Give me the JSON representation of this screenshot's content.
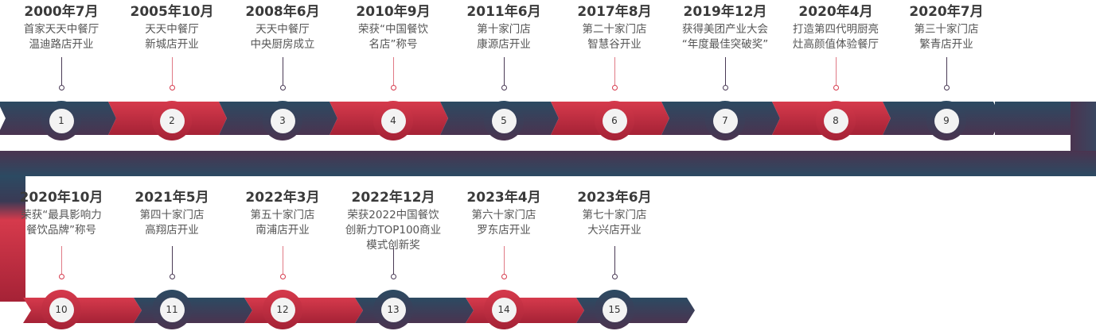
{
  "colors": {
    "navy": "#2c4a62",
    "red": "#d63a4c"
  },
  "top_row": [
    {
      "num": "1",
      "year": "2000年7月",
      "desc": "首家天天中餐厅\n温迪路店开业",
      "color": "navy"
    },
    {
      "num": "2",
      "year": "2005年10月",
      "desc": "天天中餐厅\n新城店开业",
      "color": "red"
    },
    {
      "num": "3",
      "year": "2008年6月",
      "desc": "天天中餐厅\n中央厨房成立",
      "color": "navy"
    },
    {
      "num": "4",
      "year": "2010年9月",
      "desc": "荣获“中国餐饮\n名店”称号",
      "color": "red"
    },
    {
      "num": "5",
      "year": "2011年6月",
      "desc": "第十家门店\n康源店开业",
      "color": "navy"
    },
    {
      "num": "6",
      "year": "2017年8月",
      "desc": "第二十家门店\n智慧谷开业",
      "color": "red"
    },
    {
      "num": "7",
      "year": "2019年12月",
      "desc": "获得美团产业大会\n“年度最佳突破奖”",
      "color": "navy"
    },
    {
      "num": "8",
      "year": "2020年4月",
      "desc": "打造第四代明厨亮\n灶高颜值体验餐厅",
      "color": "red"
    },
    {
      "num": "9",
      "year": "2020年7月",
      "desc": "第三十家门店\n繁青店开业",
      "color": "navy"
    }
  ],
  "bottom_row": [
    {
      "num": "10",
      "year": "2020年10月",
      "desc": "荣获“最具影响力\n餐饮品牌”称号",
      "color": "red"
    },
    {
      "num": "11",
      "year": "2021年5月",
      "desc": "第四十家门店\n高翔店开业",
      "color": "navy"
    },
    {
      "num": "12",
      "year": "2022年3月",
      "desc": "第五十家门店\n南浦店开业",
      "color": "red"
    },
    {
      "num": "13",
      "year": "2022年12月",
      "desc": "荣获2022中国餐饮\n创新力TOP100商业\n模式创新奖",
      "color": "navy"
    },
    {
      "num": "14",
      "year": "2023年4月",
      "desc": "第六十家门店\n罗东店开业",
      "color": "red"
    },
    {
      "num": "15",
      "year": "2023年6月",
      "desc": "第七十家门店\n大兴店开业",
      "color": "navy"
    }
  ]
}
